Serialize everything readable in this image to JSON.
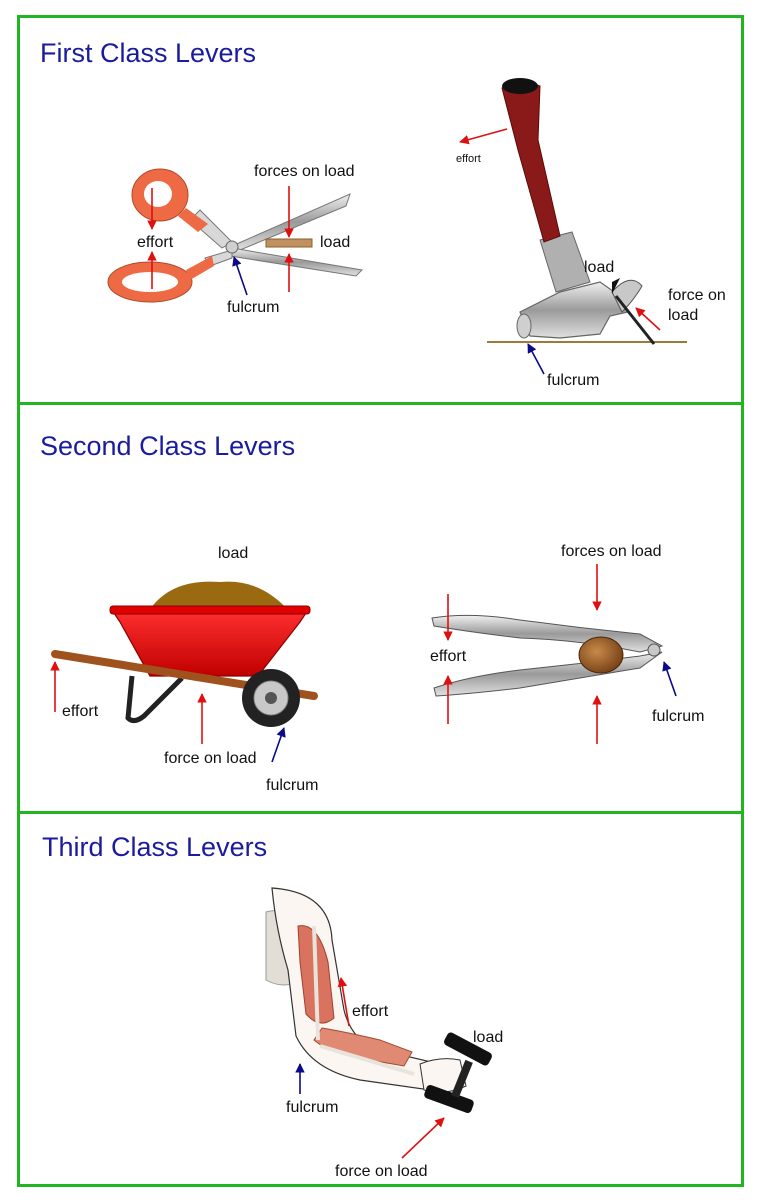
{
  "sections": [
    {
      "title": "First Class Levers",
      "scissors": {
        "effort": "effort",
        "forces_on_load": "forces on load",
        "load": "load",
        "fulcrum": "fulcrum"
      },
      "hammer": {
        "effort": "effort",
        "load": "load",
        "force_on_load_line1": "force on",
        "force_on_load_line2": "load",
        "fulcrum": "fulcrum"
      }
    },
    {
      "title": "Second Class Levers",
      "wheelbarrow": {
        "load": "load",
        "effort": "effort",
        "force_on_load": "force on load",
        "fulcrum": "fulcrum"
      },
      "nutcracker": {
        "forces_on_load": "forces on load",
        "effort": "effort",
        "fulcrum": "fulcrum"
      }
    },
    {
      "title": "Third Class Levers",
      "arm": {
        "effort": "effort",
        "load": "load",
        "fulcrum": "fulcrum",
        "force_on_load": "force on load"
      }
    }
  ],
  "colors": {
    "frame": "#22b522",
    "title": "#1b1b9e",
    "effort_arrow": "#e01010",
    "fulcrum_arrow": "#0a0a8a"
  }
}
